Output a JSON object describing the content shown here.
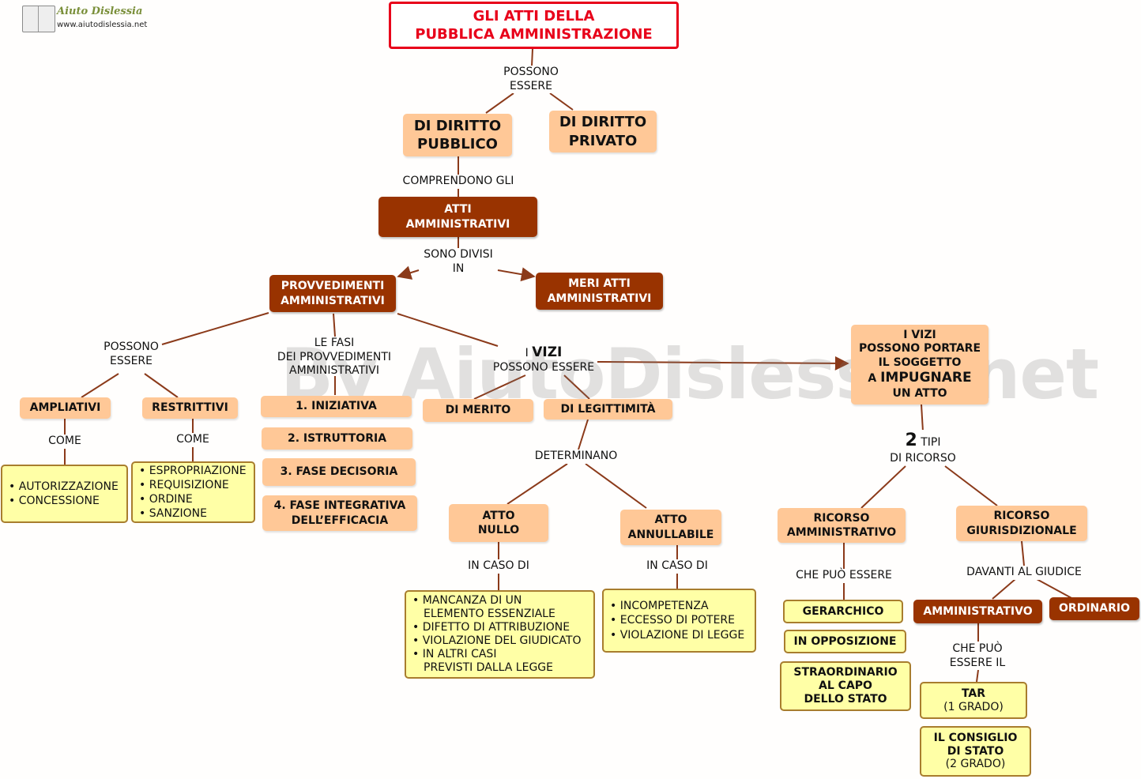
{
  "logo": {
    "name": "Aiuto Dislessia",
    "url": "www.aiutodislessia.net"
  },
  "watermark": "By AiutoDislessia.net",
  "nodes": {
    "title": [
      "GLI ATTI DELLA",
      "PUBBLICA AMMINISTRAZIONE"
    ],
    "diritto_pubblico": [
      "DI DIRITTO",
      "PUBBLICO"
    ],
    "diritto_privato": [
      "DI DIRITTO",
      "PRIVATO"
    ],
    "atti_amministrativi": [
      "ATTI",
      "AMMINISTRATIVI"
    ],
    "provvedimenti": [
      "PROVVEDIMENTI",
      "AMMINISTRATIVI"
    ],
    "meri_atti": [
      "MERI ATTI",
      "AMMINISTRATIVI"
    ],
    "ampliativi": "AMPLIATIVI",
    "restrittivi": "RESTRITTIVI",
    "ampliativi_list": [
      "AUTORIZZAZIONE",
      "CONCESSIONE"
    ],
    "restrittivi_list": [
      "ESPROPRIAZIONE",
      "REQUISIZIONE",
      "ORDINE",
      "SANZIONE"
    ],
    "fasi": [
      "1. INIZIATIVA",
      "2. ISTRUTTORIA",
      "3. FASE DECISORIA",
      "4. FASE INTEGRATIVA|DELL’EFFICACIA"
    ],
    "di_merito": "DI MERITO",
    "di_legittimita": "DI LEGITTIMITÀ",
    "atto_nullo": [
      "ATTO",
      "NULLO"
    ],
    "atto_annullabile": [
      "ATTO",
      "ANNULLABILE"
    ],
    "nullo_list": [
      "MANCANZA DI UN|ELEMENTO ESSENZIALE",
      "DIFETTO DI ATTRIBUZIONE",
      "VIOLAZIONE DEL GIUDICATO",
      "IN ALTRI CASI|PREVISTI DALLA LEGGE"
    ],
    "annullabile_list": [
      "INCOMPETENZA",
      "ECCESSO DI POTERE",
      "VIOLAZIONE DI LEGGE"
    ],
    "vizi_box": {
      "l1": "I VIZI",
      "l2": "POSSONO PORTARE",
      "l3": "IL SOGGETTO",
      "l4a": "A",
      "l4b": "IMPUGNARE",
      "l5": "UN ATTO"
    },
    "ricorso_amm": [
      "RICORSO",
      "AMMINISTRATIVO"
    ],
    "ricorso_giur": [
      "RICORSO",
      "GIURISDIZIONALE"
    ],
    "gerarchico": "GERARCHICO",
    "opposizione": "IN OPPOSIZIONE",
    "straordinario": [
      "STRAORDINARIO",
      "AL CAPO",
      "DELLO STATO"
    ],
    "amministrativo": "AMMINISTRATIVO",
    "ordinario": "ORDINARIO",
    "tar": {
      "name": "TAR",
      "grade": "(1 GRADO)"
    },
    "consiglio": {
      "name1": "IL CONSIGLIO",
      "name2": "DI STATO",
      "grade": "(2 GRADO)"
    }
  },
  "links": {
    "possono_essere_top": [
      "POSSONO",
      "ESSERE"
    ],
    "comprendono": "COMPRENDONO GLI",
    "sono_divisi": [
      "SONO DIVISI",
      "IN"
    ],
    "possono_essere_left": [
      "POSSONO",
      "ESSERE"
    ],
    "le_fasi": [
      "LE FASI",
      "DEI PROVVEDIMENTI",
      "AMMINISTRATIVI"
    ],
    "vizi": {
      "a": "I",
      "b": "VIZI",
      "c": "POSSONO ESSERE"
    },
    "come1": "COME",
    "come2": "COME",
    "determinano": "DETERMINANO",
    "in_caso_di_1": "IN CASO DI",
    "in_caso_di_2": "IN CASO DI",
    "due_tipi": {
      "num": "2",
      "a": "TIPI",
      "b": "DI RICORSO"
    },
    "che_puo_essere": "CHE PUÒ ESSERE",
    "davanti": "DAVANTI AL GIUDICE",
    "che_puo_essere_il": [
      "CHE PUÒ",
      "ESSERE IL"
    ]
  },
  "colors": {
    "title_red": "#e8001a",
    "brown": "#993300",
    "peach": "#ffc897",
    "yellow": "#ffffa6",
    "line": "#8b3a1a"
  }
}
